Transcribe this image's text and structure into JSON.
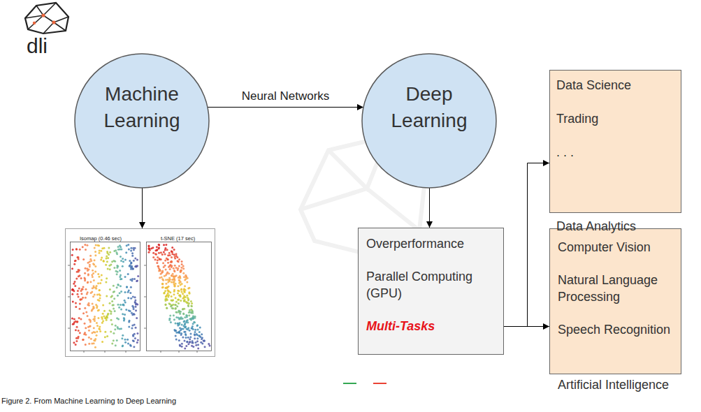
{
  "diagram": {
    "caption": "Figure 2. From Machine Learning to Deep Learning",
    "nodes": [
      {
        "text": [
          "Machine Learning"
        ]
      },
      {
        "text": [
          "Deep Learning"
        ]
      },
      {
        "text": [
          "Isomap (0.46 sec)",
          "t-SNE (17 sec)"
        ]
      },
      {
        "text": [
          "Overperformance",
          "Parallel Computing (GPU)",
          "Multi-Tasks"
        ]
      },
      {
        "text": [
          "Data Analytics",
          "Data Science",
          "Trading",
          ". . ."
        ]
      },
      {
        "text": [
          "Artificial Intelligence",
          "Computer Vision",
          "Natural Language Processing",
          "Speech Recognition"
        ]
      }
    ],
    "edges": [
      {
        "from": 0,
        "to": 1,
        "arrow": "to",
        "label": "Neural Networks"
      },
      {
        "from": 0,
        "to": 2,
        "arrow": "to"
      },
      {
        "from": 1,
        "to": 3,
        "arrow": "to"
      },
      {
        "from": 3,
        "to": 4,
        "arrow": "to"
      },
      {
        "from": 3,
        "to": 5,
        "arrow": "to"
      }
    ],
    "labels": [
      "dli"
    ]
  }
}
